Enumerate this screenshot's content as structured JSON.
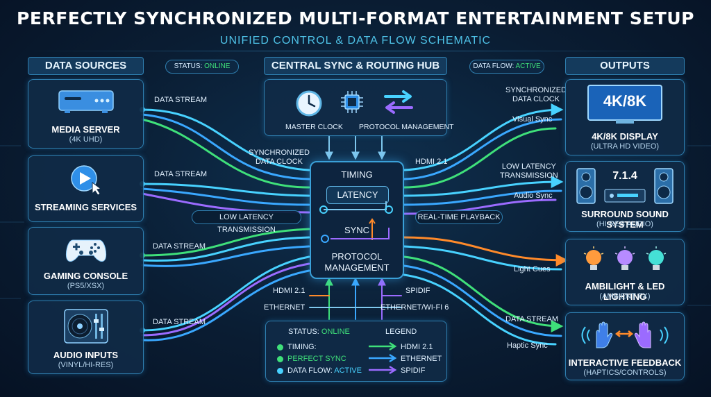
{
  "title": "PERFECTLY SYNCHRONIZED MULTI-FORMAT ENTERTAINMENT SETUP",
  "subtitle": "UNIFIED CONTROL & DATA FLOW SCHEMATIC",
  "headers": {
    "sources": "DATA SOURCES",
    "hub": "CENTRAL SYNC & ROUTING HUB",
    "outputs": "OUTPUTS"
  },
  "status_pill": {
    "label": "STATUS:",
    "value": "ONLINE"
  },
  "flow_pill": {
    "label": "DATA FLOW:",
    "value": "ACTIVE"
  },
  "sources": [
    {
      "name": "MEDIA SERVER",
      "sub": "(4K UHD)",
      "icon": "media-server-icon",
      "stream": "DATA STREAM"
    },
    {
      "name": "STREAMING SERVICES",
      "sub": "",
      "icon": "play-button-icon",
      "stream": "DATA STREAM"
    },
    {
      "name": "GAMING CONSOLE",
      "sub": "(PS5/XSX)",
      "icon": "gamepad-icon",
      "stream": "DATA STREAM"
    },
    {
      "name": "AUDIO INPUTS",
      "sub": "(VINYL/HI-RES)",
      "icon": "turntable-icon",
      "stream": "DATA STREAM"
    }
  ],
  "hub_top": {
    "clock": "MASTER CLOCK",
    "protocol": "PROTOCOL MANAGEMENT"
  },
  "hub": {
    "timing": "TIMING",
    "latency": "LATENCY",
    "sync": "SYNC",
    "protocol_line1": "PROTOCOL",
    "protocol_line2": "MANAGEMENT"
  },
  "flow_labels": {
    "sync_clock_left": "SYNCHRONIZED\nDATA CLOCK",
    "low_latency_left": "LOW LATENCY TRANSMISSION",
    "realtime": "REAL-TIME PLAYBACK",
    "hdmi_top": "HDMI 2.1",
    "low_latency_right": "LOW LATENCY\nTRANSMISSION",
    "sync_clock_right": "SYNCHRONIZED\nDATA CLOCK",
    "visual_sync": "Visual Sync",
    "audio_sync": "Audio Sync",
    "light_cues": "Light Cues",
    "data_stream_right": "DATA STREAM",
    "haptic_sync": "Haptic Sync",
    "hdmi_bottom": "HDMI 2.1",
    "ethernet": "ETHERNET",
    "spdif": "SPIDIF",
    "ethernet_wifi": "ETHERNET/WI-FI 6"
  },
  "outputs": [
    {
      "name": "4K/8K DISPLAY",
      "sub": "(ULTRA HD VIDEO)",
      "badge": "4K/8K",
      "icon": "tv-icon"
    },
    {
      "name": "SURROUND SOUND SYSTEM",
      "sub": "(HI-RES AUDIO)",
      "badge": "7.1.4",
      "icon": "speakers-icon"
    },
    {
      "name": "AMBILIGHT & LED LIGHTING",
      "sub": "(AMBIENT FX)",
      "icon": "light-bulb-icon"
    },
    {
      "name": "INTERACTIVE FEEDBACK",
      "sub": "(HAPTICS/CONTROLS)",
      "icon": "hand-haptic-icon"
    }
  ],
  "legend": {
    "status_label": "STATUS:",
    "status_value": "ONLINE",
    "title": "LEGEND",
    "items": [
      {
        "dot": "#3fe07a",
        "text": "TIMING:",
        "line": "#3fe07a",
        "line_label": "HDMI 2.1"
      },
      {
        "dot": "#3fe07a",
        "text": "PERFECT SYNC",
        "line": "#3aa8ff",
        "line_label": "ETHERNET"
      },
      {
        "dot": "#48d2ff",
        "text_label": "DATA FLOW:",
        "text": "ACTIVE",
        "line": "#9b6bff",
        "line_label": "SPIDIF"
      }
    ]
  },
  "colors": {
    "accent": "#3aa0d8",
    "green": "#3fe07a",
    "cyan": "#48d2ff",
    "purple": "#9b6bff",
    "orange": "#ff8a2a"
  }
}
